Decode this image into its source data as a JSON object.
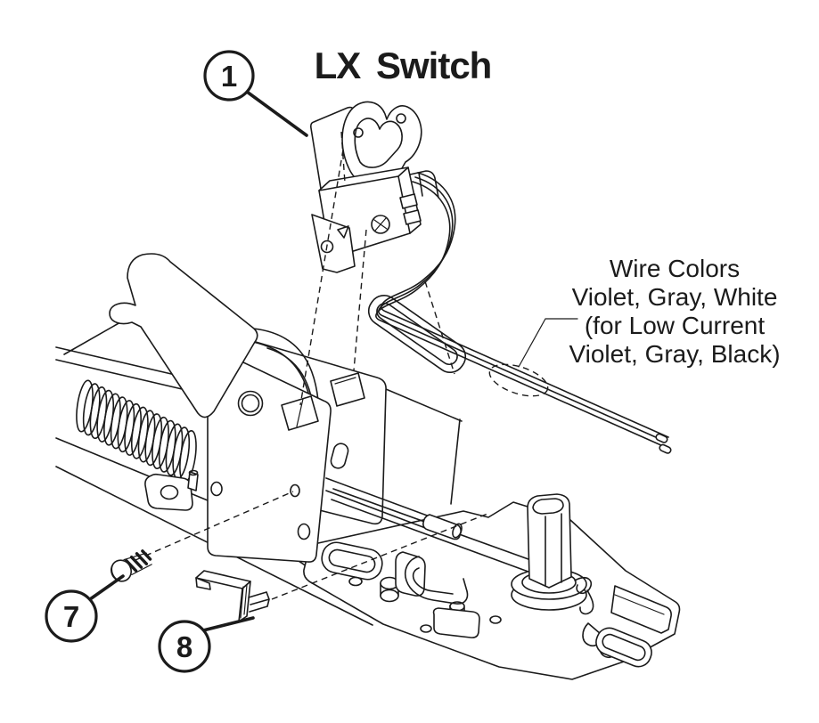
{
  "diagram": {
    "title": "LX Switch",
    "wire_note": {
      "line1": "Wire Colors",
      "line2": "Violet, Gray, White",
      "line3": "(for Low Current",
      "line4": "Violet, Gray, Black)"
    },
    "callouts": {
      "item1": "1",
      "item7": "7",
      "item8": "8"
    },
    "colors": {
      "line_color": "#1b1b1b",
      "background": "#ffffff"
    }
  }
}
